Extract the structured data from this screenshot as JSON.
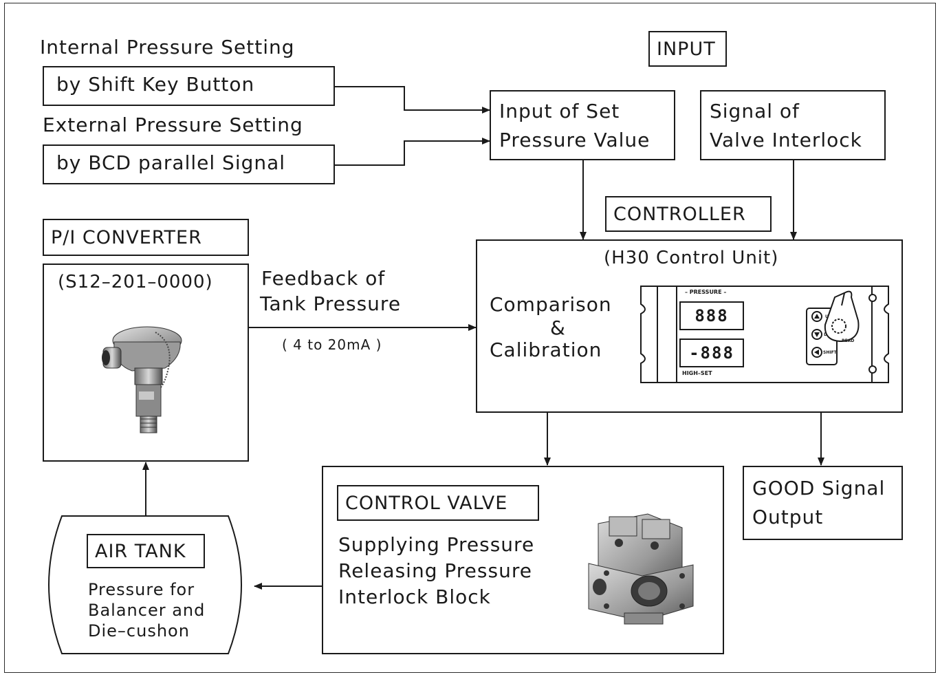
{
  "input": {
    "label": "INPUT",
    "internal_title": "Internal Pressure Setting",
    "internal_box": "by Shift Key Button",
    "external_title": "External Pressure Setting",
    "external_box": "by BCD parallel Signal",
    "set_value_line1": "Input of Set",
    "set_value_line2": "Pressure Value",
    "interlock_line1": "Signal of",
    "interlock_line2": "Valve Interlock"
  },
  "converter": {
    "label": "P/I CONVERTER",
    "part_number": "(S12–201–0000)"
  },
  "feedback": {
    "line1": "Feedback of",
    "line2": "Tank Pressure",
    "range": "( 4 to 20mA )"
  },
  "controller": {
    "label": "CONTROLLER",
    "unit": "(H30 Control Unit)",
    "line1": "Comparison",
    "line2": "&",
    "line3": "Calibration",
    "panel": {
      "pressure_label": "– PRESSURE –",
      "display1": "888",
      "display2": "-888",
      "high_set_label": "HIGH–SET",
      "up_label": "UP",
      "down_label": "DOWN",
      "shift_label": "SHIFT",
      "read_label": "READ"
    }
  },
  "control_valve": {
    "label": "CONTROL VALVE",
    "line1": "Supplying Pressure",
    "line2": "Releasing Pressure",
    "line3": "Interlock Block"
  },
  "air_tank": {
    "label": "AIR TANK",
    "line1": "Pressure for",
    "line2": "Balancer and",
    "line3": "Die–cushon"
  },
  "good_signal": {
    "line1": "GOOD Signal",
    "line2": "Output"
  }
}
